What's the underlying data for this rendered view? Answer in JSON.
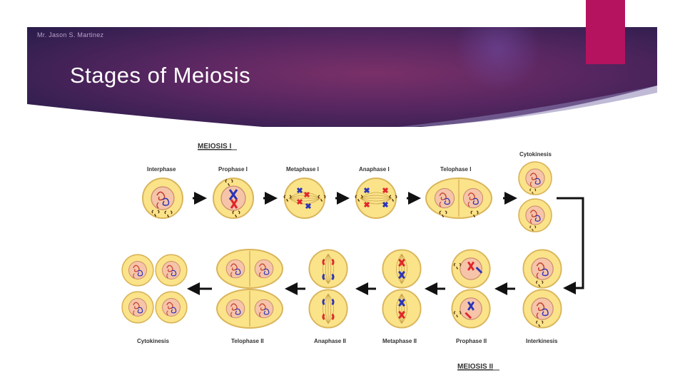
{
  "slide": {
    "author": "Mr. Jason S. Martinez",
    "title": "Stages of Meiosis"
  },
  "colors": {
    "banner_dark": "#2c1f4e",
    "banner_mid": "#6a2c63",
    "accent": "#b5135f",
    "cell_fill": "#fbe38a",
    "cell_stroke": "#d9b55a",
    "nucleus_fill": "#f6c4a8",
    "chrom_red": "#e0262b",
    "chrom_blue": "#2a34b8"
  },
  "diagram": {
    "meiosis1_header": "MEIOSIS I",
    "meiosis2_header": "MEIOSIS II",
    "top_labels": [
      "Interphase",
      "Prophase I",
      "Metaphase I",
      "Anaphase I",
      "Telophase I",
      "Cytokinesis"
    ],
    "bottom_labels": [
      "Cytokinesis",
      "Telophase II",
      "Anaphase II",
      "Metaphase II",
      "Prophase II",
      "Interkinesis"
    ]
  }
}
